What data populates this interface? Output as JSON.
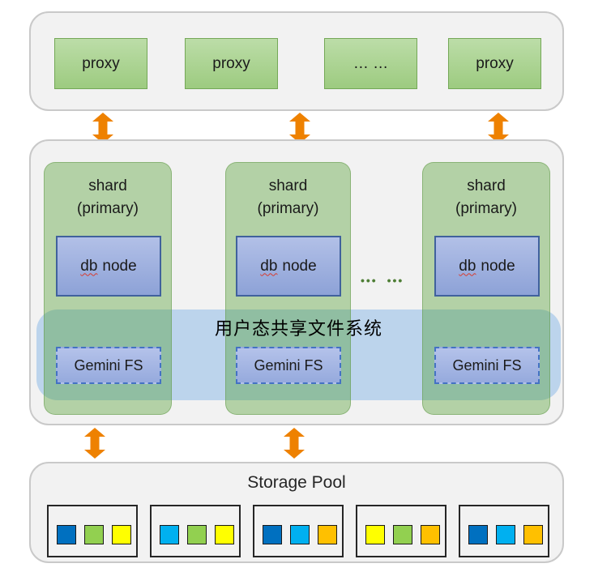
{
  "colors": {
    "arrow": "#EE8100",
    "panel_bg": "#F2F2F2",
    "panel_border": "#C9C9C9",
    "proxy_green": "#A9D18E",
    "proxy_border": "#70AD47",
    "shard_green_overlay": "rgba(62,150,25,0.35)",
    "band_blue": "#BCD4EC",
    "node_blue": "#8EA9DB",
    "node_border_blue": "#40619D",
    "fs_dashed_border": "#4472C4",
    "dots_green": "#4E7E35",
    "storage_box_border": "#262626"
  },
  "proxy_layer": {
    "items": [
      {
        "label": "proxy"
      },
      {
        "label": "proxy"
      },
      {
        "label": "… …"
      },
      {
        "label": "proxy"
      }
    ]
  },
  "shard_layer": {
    "band_label": "用户态共享文件系统",
    "ellipsis": "••• •••",
    "shards": [
      {
        "title_line1": "shard",
        "title_line2": "(primary)",
        "db_parts": [
          "db",
          "node"
        ],
        "fs_label": "Gemini FS"
      },
      {
        "title_line1": "shard",
        "title_line2": "(primary)",
        "db_parts": [
          "db",
          "node"
        ],
        "fs_label": "Gemini FS"
      },
      {
        "title_line1": "shard",
        "title_line2": "(primary)",
        "db_parts": [
          "db",
          "node"
        ],
        "fs_label": "Gemini FS"
      }
    ]
  },
  "storage_layer": {
    "title": "Storage Pool",
    "boxes": [
      {
        "colors": [
          "#0070C0",
          "#92D050",
          "#FFFF00"
        ]
      },
      {
        "colors": [
          "#00B0F0",
          "#92D050",
          "#FFFF00"
        ]
      },
      {
        "colors": [
          "#0070C0",
          "#00B0F0",
          "#FFC000"
        ]
      },
      {
        "colors": [
          "#FFFF00",
          "#92D050",
          "#FFC000"
        ]
      },
      {
        "colors": [
          "#0070C0",
          "#00B0F0",
          "#FFC000"
        ]
      }
    ]
  }
}
